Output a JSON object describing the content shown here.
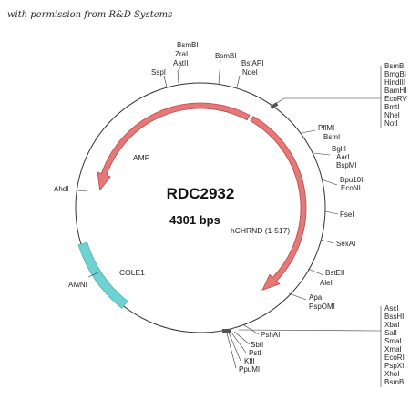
{
  "credit": "with permission from R&D Systems",
  "plasmid": {
    "name": "RDC2932",
    "size": "4301 bps",
    "insert": "hCHRND (1-517)"
  },
  "features": [
    {
      "name": "AMP",
      "color": "#e06060",
      "kind": "arrow"
    },
    {
      "name": "COLE1",
      "color": "#6fd2d2",
      "kind": "bar"
    },
    {
      "name": "hCHRND (1-517)",
      "color": "#e06060",
      "kind": "arrow"
    }
  ],
  "sites": {
    "top_group_1": [
      "BsmBI",
      "ZraI",
      "AatII"
    ],
    "top_site_sspi": "SspI",
    "top_site_bsmbi": "BsmBI",
    "top_group_2": [
      "BstAPI",
      "NdeI"
    ],
    "mcs_top": [
      "BsmBI",
      "BmgBI",
      "HindIII",
      "BamHI",
      "EcoRV",
      "BmtI",
      "NheI",
      "NotI"
    ],
    "right_1": [
      "PflMI",
      "BsmI"
    ],
    "right_2": [
      "BglII",
      "AarI",
      "BspMI"
    ],
    "right_3": [
      "Bpu10I",
      "EcoNI"
    ],
    "fsel": "FseI",
    "sexal": "SexAI",
    "right_4": [
      "BstEII",
      "AleI"
    ],
    "right_5": [
      "ApaI",
      "PspOMI"
    ],
    "pshal": "PshAI",
    "bottom_stack": [
      "SbfI",
      "PstI",
      "KflI",
      "PpuMI"
    ],
    "mcs_bottom": [
      "AscI",
      "BssHII",
      "XbaI",
      "SalI",
      "SmaI",
      "XmaI",
      "EcoRI",
      "PspXI",
      "XhoI",
      "BsmBI"
    ],
    "ahdi": "AhdI",
    "alwni": "AlwNI"
  }
}
